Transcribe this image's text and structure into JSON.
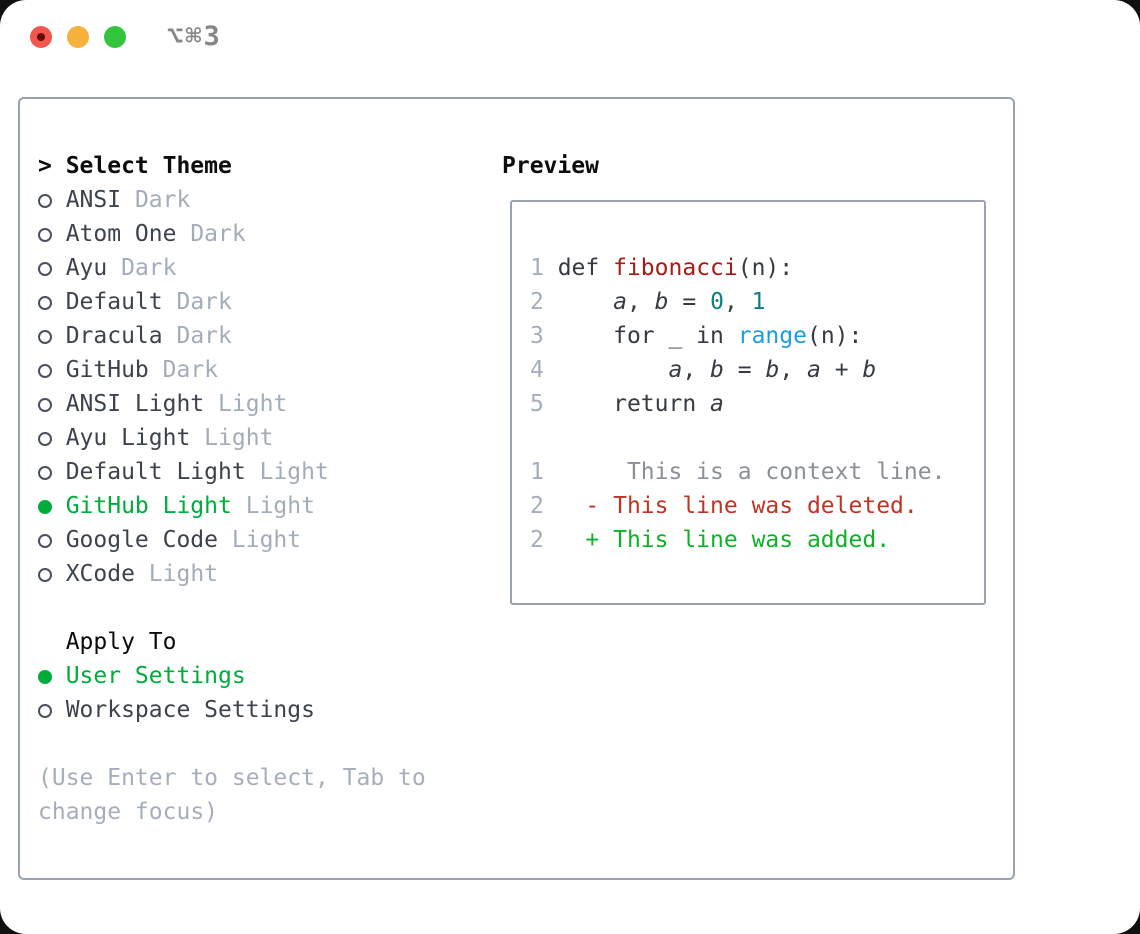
{
  "window": {
    "shortcut": "⌥⌘3",
    "traffic_lights": [
      "close",
      "minimize",
      "zoom"
    ]
  },
  "colors": {
    "window-bg": "#ffffff",
    "border": "#9aa2ae",
    "text-dark": "#3d434d",
    "text-dim": "#a3adb9",
    "title-black": "#0c0c0c",
    "green": "#00ad3c",
    "radio": "#4a515c",
    "hint": "#a6aebb",
    "ln": "#a3adbc",
    "code-plain": "#363b42",
    "code-fn": "#a81a16",
    "code-num": "#0d7e85",
    "code-builtin": "#1b9ed9",
    "code-ctx": "#8b9097",
    "code-del": "#c03425",
    "code-add": "#0db327",
    "light-red": "#f2574d",
    "light-red-dot": "#650b02",
    "light-yellow": "#f6b23c",
    "light-green": "#33c43d",
    "shortcut": "#87878b"
  },
  "theme_panel": {
    "prompt": ">",
    "title": "Select Theme",
    "themes": [
      {
        "name": "ANSI",
        "variant": "Dark",
        "selected": false
      },
      {
        "name": "Atom One",
        "variant": "Dark",
        "selected": false
      },
      {
        "name": "Ayu",
        "variant": "Dark",
        "selected": false
      },
      {
        "name": "Default",
        "variant": "Dark",
        "selected": false
      },
      {
        "name": "Dracula",
        "variant": "Dark",
        "selected": false
      },
      {
        "name": "GitHub",
        "variant": "Dark",
        "selected": false
      },
      {
        "name": "ANSI Light",
        "variant": "Light",
        "selected": false
      },
      {
        "name": "Ayu Light",
        "variant": "Light",
        "selected": false
      },
      {
        "name": "Default Light",
        "variant": "Light",
        "selected": false
      },
      {
        "name": "GitHub Light",
        "variant": "Light",
        "selected": true
      },
      {
        "name": "Google Code",
        "variant": "Light",
        "selected": false
      },
      {
        "name": "XCode",
        "variant": "Light",
        "selected": false
      }
    ],
    "apply_to": {
      "title": "Apply To",
      "options": [
        {
          "label": "User Settings",
          "selected": true
        },
        {
          "label": "Workspace Settings",
          "selected": false
        }
      ]
    },
    "hint_lines": [
      "(Use Enter to select, Tab to",
      "change focus)"
    ]
  },
  "preview": {
    "title": "Preview",
    "lines": [
      {
        "ln": "1",
        "tokens": [
          {
            "s": "plain",
            "t": " def "
          },
          {
            "s": "fn",
            "t": "fibonacci"
          },
          {
            "s": "plain",
            "t": "(n):"
          }
        ]
      },
      {
        "ln": "2",
        "tokens": [
          {
            "s": "plain",
            "t": "     "
          },
          {
            "s": "var",
            "t": "a"
          },
          {
            "s": "plain",
            "t": ", "
          },
          {
            "s": "var",
            "t": "b"
          },
          {
            "s": "plain",
            "t": " = "
          },
          {
            "s": "num",
            "t": "0"
          },
          {
            "s": "plain",
            "t": ", "
          },
          {
            "s": "num",
            "t": "1"
          }
        ]
      },
      {
        "ln": "3",
        "tokens": [
          {
            "s": "plain",
            "t": "     for _ in "
          },
          {
            "s": "builtin",
            "t": "range"
          },
          {
            "s": "plain",
            "t": "(n):"
          }
        ]
      },
      {
        "ln": "4",
        "tokens": [
          {
            "s": "plain",
            "t": "         "
          },
          {
            "s": "var",
            "t": "a"
          },
          {
            "s": "plain",
            "t": ", "
          },
          {
            "s": "var",
            "t": "b"
          },
          {
            "s": "plain",
            "t": " = "
          },
          {
            "s": "var",
            "t": "b"
          },
          {
            "s": "plain",
            "t": ", "
          },
          {
            "s": "var",
            "t": "a"
          },
          {
            "s": "plain",
            "t": " + "
          },
          {
            "s": "var",
            "t": "b"
          }
        ]
      },
      {
        "ln": "5",
        "tokens": [
          {
            "s": "plain",
            "t": "     return "
          },
          {
            "s": "var",
            "t": "a"
          }
        ]
      },
      {
        "ln": "",
        "tokens": []
      },
      {
        "ln": "1",
        "tokens": [
          {
            "s": "ctx",
            "t": "      This is a context line."
          }
        ]
      },
      {
        "ln": "2",
        "tokens": [
          {
            "s": "del",
            "t": "   - This line was deleted."
          }
        ]
      },
      {
        "ln": "2",
        "tokens": [
          {
            "s": "add",
            "t": "   + This line was added."
          }
        ]
      }
    ]
  }
}
